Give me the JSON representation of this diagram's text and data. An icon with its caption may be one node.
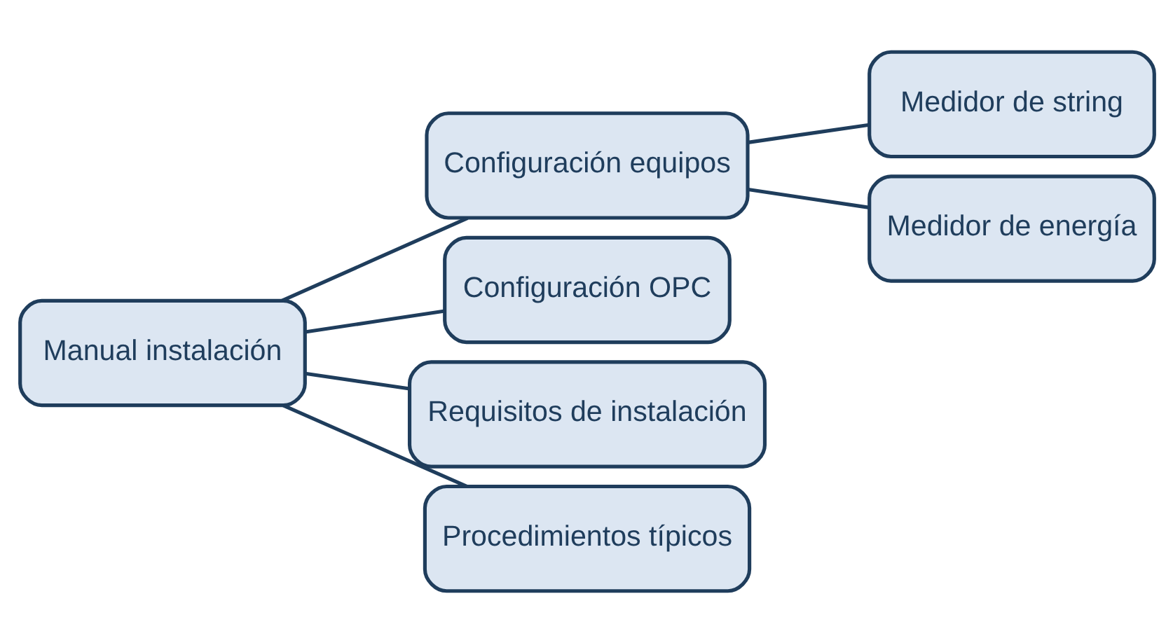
{
  "diagram": {
    "nodes": [
      {
        "text": [
          "Manual instalación"
        ]
      },
      {
        "text": [
          "Configuración equipos"
        ]
      },
      {
        "text": [
          "Medidor de string"
        ]
      },
      {
        "text": [
          "Medidor de energía"
        ]
      },
      {
        "text": [
          "Configuración OPC"
        ]
      },
      {
        "text": [
          "Requisitos de instalación"
        ]
      },
      {
        "text": [
          "Procedimientos típicos"
        ]
      }
    ],
    "edges": [
      {
        "from": 0,
        "to": 1,
        "arrow": "none"
      },
      {
        "from": 1,
        "to": 2,
        "arrow": "none"
      },
      {
        "from": 1,
        "to": 3,
        "arrow": "none"
      },
      {
        "from": 0,
        "to": 4,
        "arrow": "none"
      },
      {
        "from": 0,
        "to": 5,
        "arrow": "none"
      },
      {
        "from": 0,
        "to": 6,
        "arrow": "none"
      }
    ]
  }
}
